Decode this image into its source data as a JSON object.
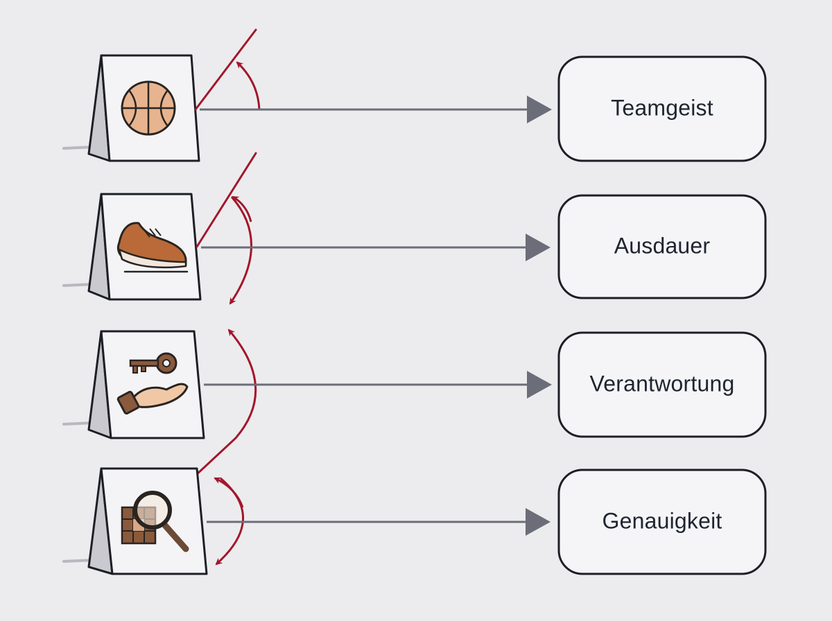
{
  "colors": {
    "background": "#ececee",
    "card_fill": "#f4f4f6",
    "card_side": "#c9c9cf",
    "outline": "#1d1f26",
    "arrow": "#6b6e78",
    "accent_red": "#a3172b",
    "box_fill": "#f5f5f7"
  },
  "rows": [
    {
      "icon": "basketball-icon",
      "label": "Teamgeist"
    },
    {
      "icon": "running-shoe-icon",
      "label": "Ausdauer"
    },
    {
      "icon": "key-in-hand-icon",
      "label": "Verantwortung"
    },
    {
      "icon": "magnifier-grid-icon",
      "label": "Genauigkeit"
    }
  ]
}
